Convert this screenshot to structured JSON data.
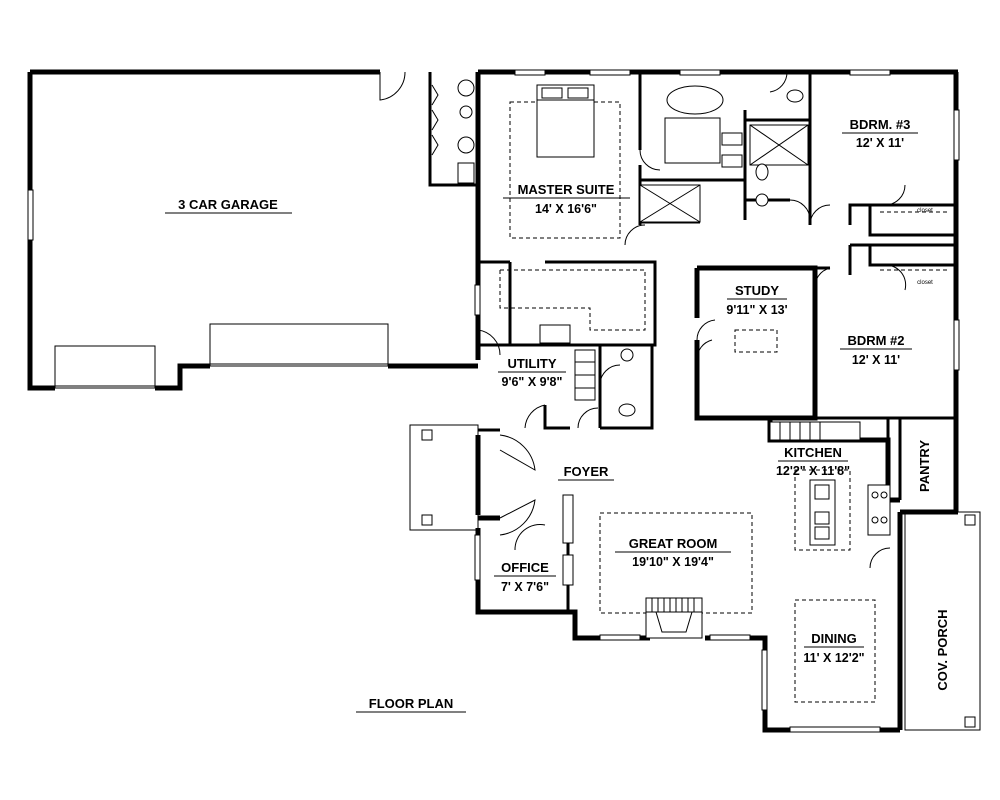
{
  "plan": {
    "title": "FLOOR PLAN",
    "rooms": {
      "garage": {
        "name": "3 CAR GARAGE",
        "size": ""
      },
      "master": {
        "name": "MASTER SUITE",
        "size": "14' X 16'6\""
      },
      "bdrm3": {
        "name": "BDRM. #3",
        "size": "12' X 11'"
      },
      "study": {
        "name": "STUDY",
        "size": "9'11\" X 13'"
      },
      "bdrm2": {
        "name": "BDRM #2",
        "size": "12' X 11'"
      },
      "utility": {
        "name": "UTILITY",
        "size": "9'6\" X 9'8\""
      },
      "foyer": {
        "name": "FOYER",
        "size": ""
      },
      "kitchen": {
        "name": "KITCHEN",
        "size": "12'2\" X 11'8\""
      },
      "pantry": {
        "name": "PANTRY",
        "size": ""
      },
      "great_room": {
        "name": "GREAT ROOM",
        "size": "19'10\" X 19'4\""
      },
      "office": {
        "name": "OFFICE",
        "size": "7' X 7'6\""
      },
      "dining": {
        "name": "DINING",
        "size": "11' X 12'2\""
      },
      "porch": {
        "name": "COV. PORCH",
        "size": ""
      }
    },
    "closet_label": "closet"
  }
}
